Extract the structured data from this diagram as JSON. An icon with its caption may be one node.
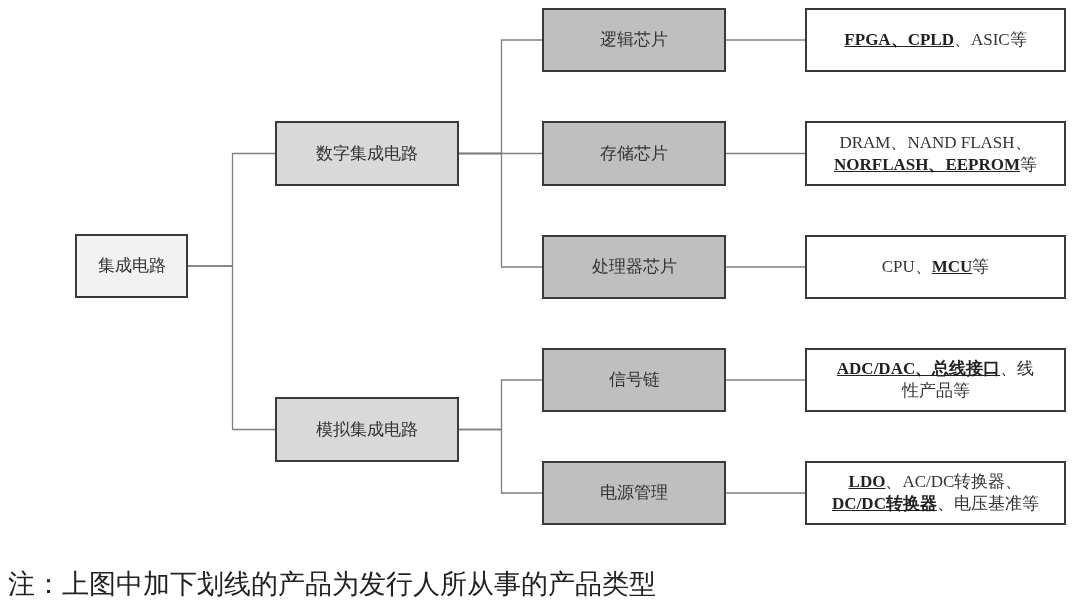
{
  "diagram": {
    "caption": "注：上图中加下划线的产品为发行人所从事的产品类型",
    "nodes": [
      {
        "text": [
          "集成电路"
        ]
      },
      {
        "text": [
          "数字集成电路"
        ]
      },
      {
        "text": [
          "模拟集成电路"
        ]
      },
      {
        "text": [
          "逻辑芯片"
        ]
      },
      {
        "text": [
          "存储芯片"
        ]
      },
      {
        "text": [
          "处理器芯片"
        ]
      },
      {
        "text": [
          "信号链"
        ]
      },
      {
        "text": [
          "电源管理"
        ]
      },
      {
        "text": [
          "**FPGA、CPLD**、ASIC等"
        ]
      },
      {
        "text": [
          "DRAM、NAND FLASH、**NORFLASH、EEPROM**等"
        ]
      },
      {
        "text": [
          "CPU、**MCU**等"
        ]
      },
      {
        "text": [
          "**ADC/DAC、总线接口**、线性产品等"
        ]
      },
      {
        "text": [
          "**LDO**、AC/DC转换器、**DC/DC转换器**、电压基准等"
        ]
      }
    ],
    "edges": [
      {
        "from": 0,
        "to": 1,
        "arrow": "none"
      },
      {
        "from": 0,
        "to": 2,
        "arrow": "none"
      },
      {
        "from": 1,
        "to": 3,
        "arrow": "none"
      },
      {
        "from": 1,
        "to": 4,
        "arrow": "none"
      },
      {
        "from": 1,
        "to": 5,
        "arrow": "none"
      },
      {
        "from": 2,
        "to": 6,
        "arrow": "none"
      },
      {
        "from": 2,
        "to": 7,
        "arrow": "none"
      },
      {
        "from": 3,
        "to": 8,
        "arrow": "none"
      },
      {
        "from": 4,
        "to": 9,
        "arrow": "none"
      },
      {
        "from": 5,
        "to": 10,
        "arrow": "none"
      },
      {
        "from": 6,
        "to": 11,
        "arrow": "none"
      },
      {
        "from": 7,
        "to": 12,
        "arrow": "none"
      }
    ]
  }
}
